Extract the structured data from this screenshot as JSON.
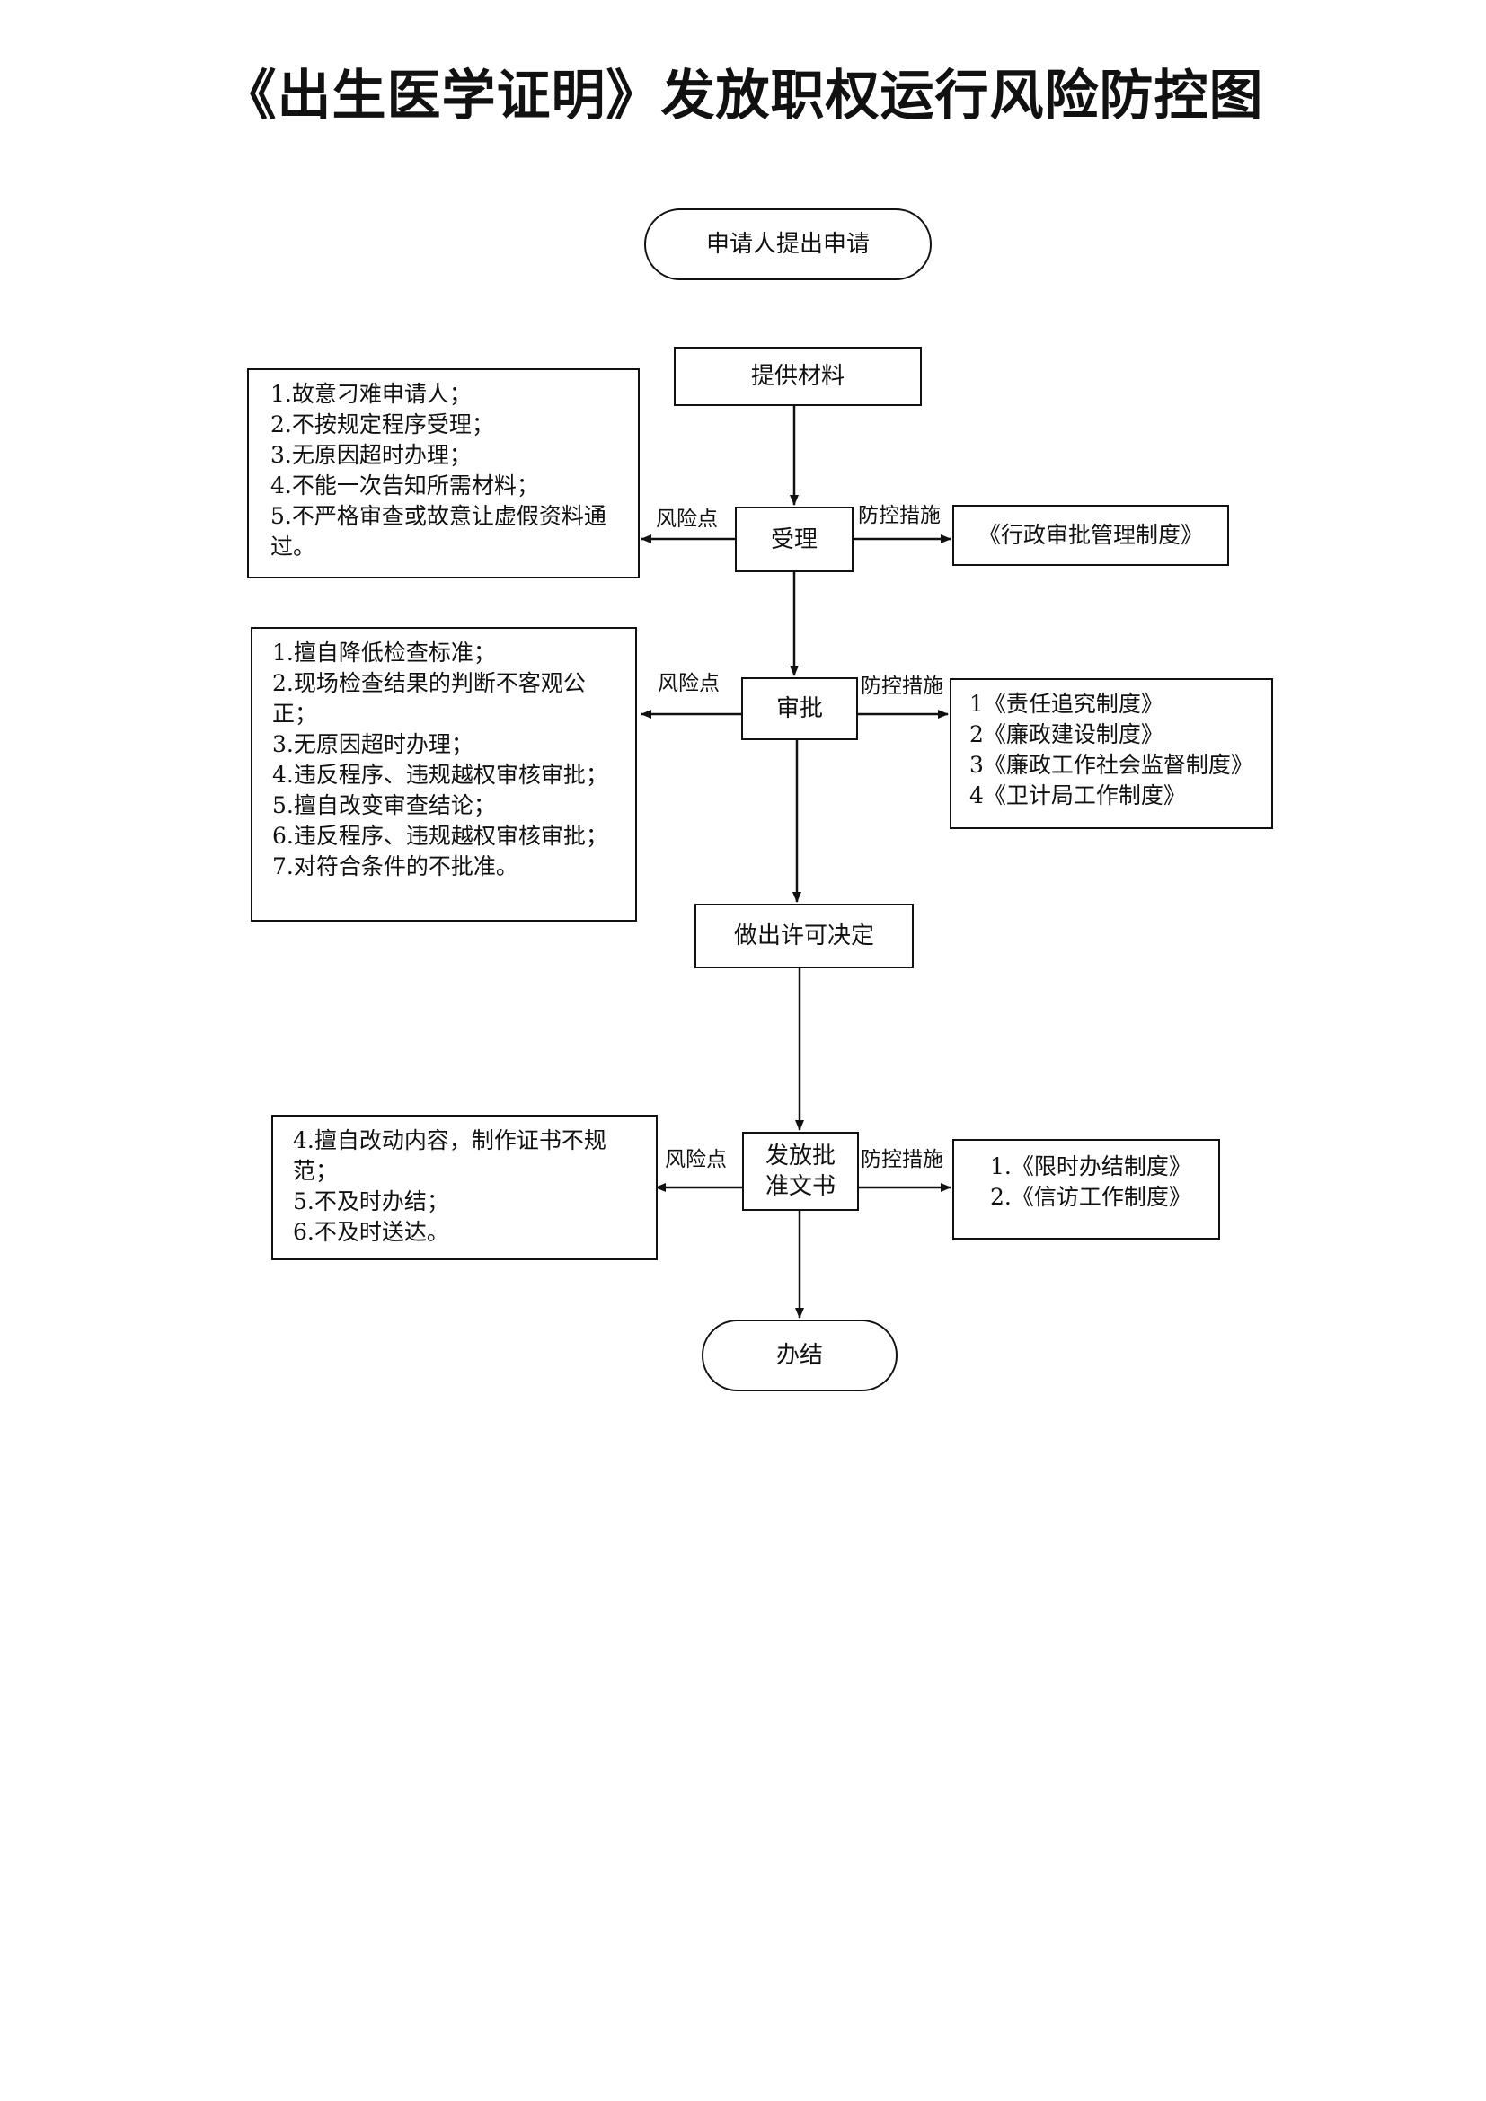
{
  "title": "《出生医学证明》发放职权运行风险防控图",
  "edge_labels": {
    "risk": "风险点",
    "control": "防控措施"
  },
  "nodes": {
    "start": "申请人提出申请",
    "materials": "提供材料",
    "accept": "受理",
    "approve": "审批",
    "decision": "做出许可决定",
    "issue": "发放批\n准文书",
    "end": "办结"
  },
  "risks": {
    "accept": [
      "1.故意刁难申请人；",
      "2.不按规定程序受理；",
      "3.无原因超时办理；",
      "4.不能一次告知所需材料；",
      "5.不严格审查或故意让虚假资料通过。"
    ],
    "approve": [
      "1.擅自降低检查标准；",
      "2.现场检查结果的判断不客观公正；",
      "3.无原因超时办理；",
      "4.违反程序、违规越权审核审批；",
      "5.擅自改变审查结论；",
      "6.违反程序、违规越权审核审批；",
      "7.对符合条件的不批准。"
    ],
    "issue": [
      "4.擅自改动内容，制作证书不规范；",
      "5.不及时办结；",
      "6.不及时送达。"
    ]
  },
  "controls": {
    "accept": [
      "《行政审批管理制度》"
    ],
    "approve": [
      "1《责任追究制度》",
      "2《廉政建设制度》",
      "3《廉政工作社会监督制度》",
      "4《卫计局工作制度》"
    ],
    "issue": [
      "1.《限时办结制度》",
      "2.《信访工作制度》"
    ]
  }
}
